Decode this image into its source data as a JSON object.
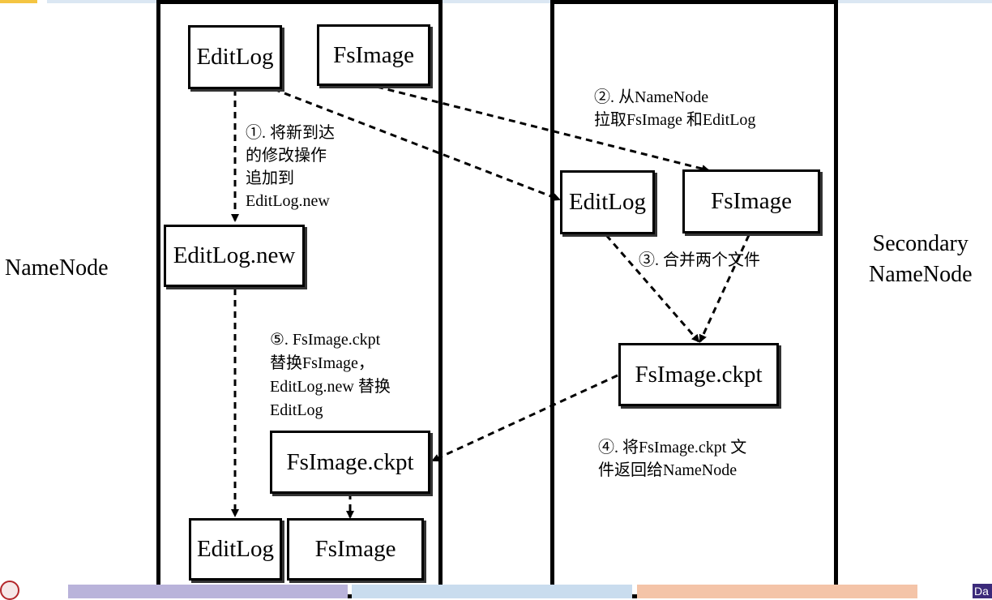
{
  "left_label": "NameNode",
  "right_label_line1": "Secondary",
  "right_label_line2": "NameNode",
  "boxes": {
    "nn_editlog": "EditLog",
    "nn_fsimage": "FsImage",
    "nn_editlog_new": "EditLog.new",
    "nn_fsimage_ckpt": "FsImage.ckpt",
    "nn_editlog_final": "EditLog",
    "nn_fsimage_final": "FsImage",
    "snn_editlog": "EditLog",
    "snn_fsimage": "FsImage",
    "snn_fsimage_ckpt": "FsImage.ckpt"
  },
  "notes": {
    "step1": [
      "①. 将新到达",
      "的修改操作",
      "追加到",
      "EditLog.new"
    ],
    "step2": [
      "②. 从NameNode",
      "拉取FsImage 和EditLog"
    ],
    "step3": "③. 合并两个文件",
    "step4": [
      "④. 将FsImage.ckpt  文",
      "件返回给NameNode"
    ],
    "step5": [
      "⑤. FsImage.ckpt",
      "替换FsImage，",
      "EditLog.new 替换",
      "EditLog"
    ]
  },
  "colors": {
    "strip_purple": "#b9b3da",
    "strip_blue": "#c9dcee",
    "strip_orange": "#f4c4a8",
    "top_accent": "#f4c542"
  }
}
